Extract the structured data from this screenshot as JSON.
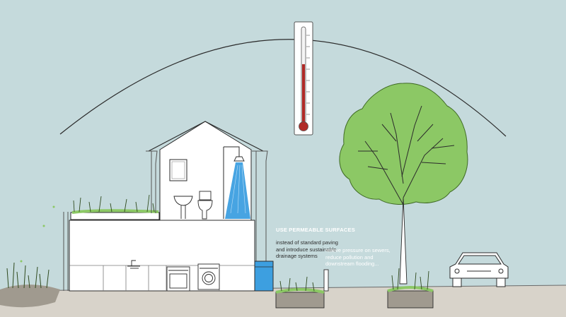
{
  "caption": {
    "heading": "USE PERMEABLE SURFACES",
    "body_lines": [
      "instead of standard paving",
      "and introduce sustainable",
      "drainage systems"
    ],
    "benefit_lines": [
      "relieve pressure on sewers,",
      "reduce pollution and",
      "downstream flooding..."
    ]
  },
  "icons": [
    "thermometer-icon",
    "house-icon",
    "shower-icon",
    "tree-icon",
    "car-icon",
    "water-butt-icon",
    "green-roof-icon",
    "permeable-planter-icon"
  ],
  "colors": {
    "sky": "#c5dadc",
    "ground": "#d8d3ca",
    "foliage": "#8cc865",
    "water": "#3d9fe0",
    "mercury": "#b02a27",
    "caption_highlight": "#ffffff",
    "caption_text": "#2e2e2e"
  },
  "thermometer": {
    "level": 0.62
  }
}
